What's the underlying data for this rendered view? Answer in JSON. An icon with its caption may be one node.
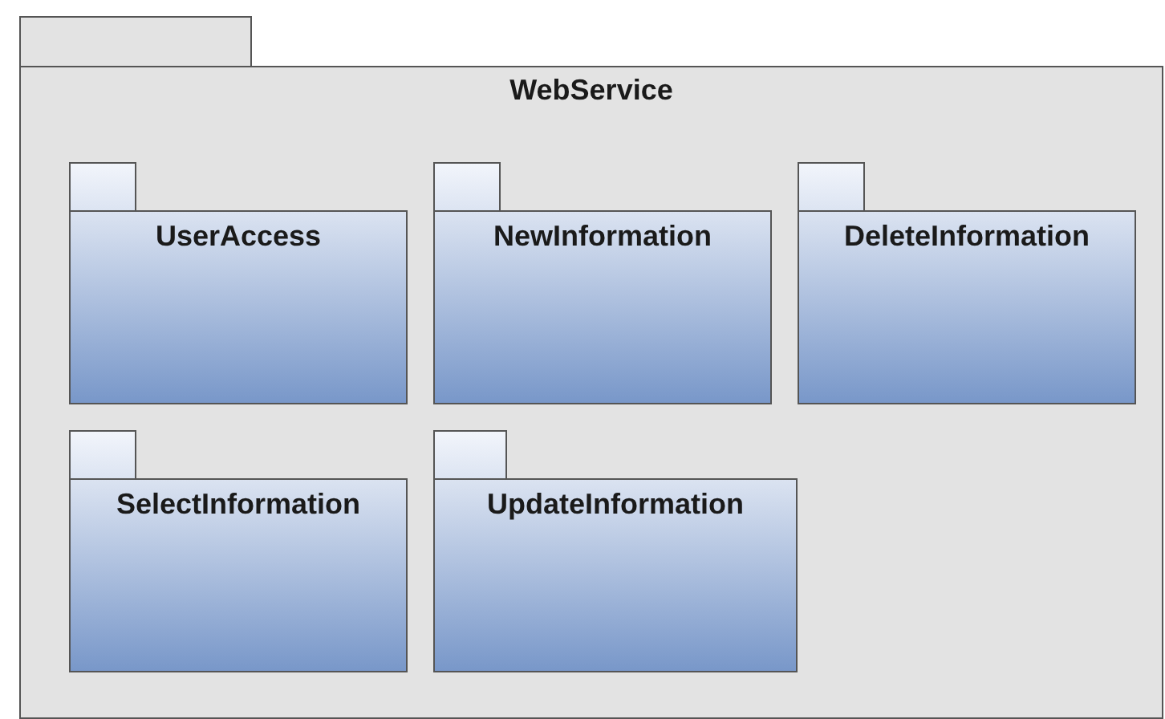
{
  "diagram": {
    "nodes": [
      {
        "text": [
          "WebService"
        ]
      },
      {
        "text": [
          "UserAccess"
        ],
        "in": 0
      },
      {
        "text": [
          "NewInformation"
        ],
        "in": 0
      },
      {
        "text": [
          "DeleteInformation"
        ],
        "in": 0
      },
      {
        "text": [
          "SelectInformation"
        ],
        "in": 0
      },
      {
        "text": [
          "UpdateInformation"
        ],
        "in": 0
      }
    ]
  }
}
